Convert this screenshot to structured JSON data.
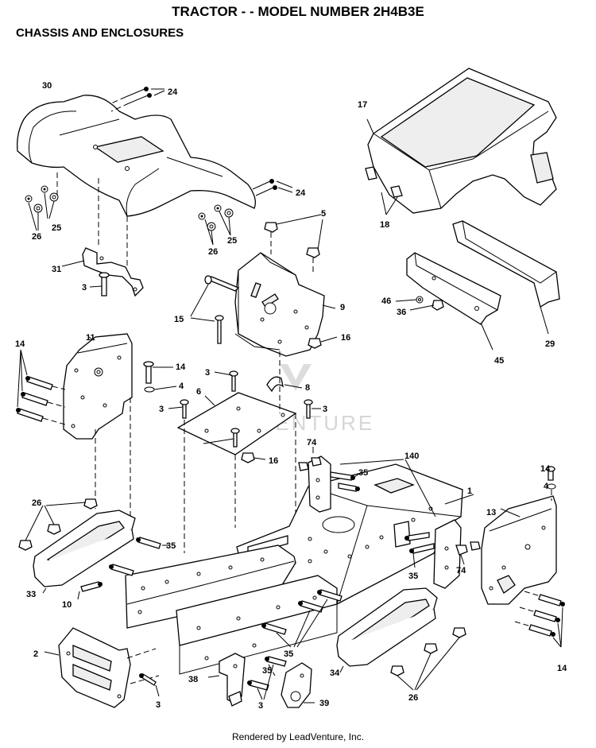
{
  "header": {
    "title": "TRACTOR - - MODEL NUMBER 2H4B3E",
    "subtitle": "CHASSIS AND ENCLOSURES"
  },
  "watermark": "LEADVENTURE",
  "footer": "Rendered by LeadVenture, Inc.",
  "callouts": [
    "30",
    "24",
    "24",
    "26",
    "25",
    "26",
    "25",
    "31",
    "3",
    "17",
    "18",
    "5",
    "15",
    "9",
    "16",
    "46",
    "36",
    "29",
    "45",
    "11",
    "14",
    "14",
    "4",
    "3",
    "6",
    "8",
    "3",
    "3",
    "16",
    "74",
    "140",
    "35",
    "1",
    "14",
    "4",
    "13",
    "26",
    "35",
    "33",
    "10",
    "35",
    "74",
    "35",
    "2",
    "3",
    "38",
    "3",
    "35",
    "39",
    "34",
    "26",
    "14"
  ]
}
